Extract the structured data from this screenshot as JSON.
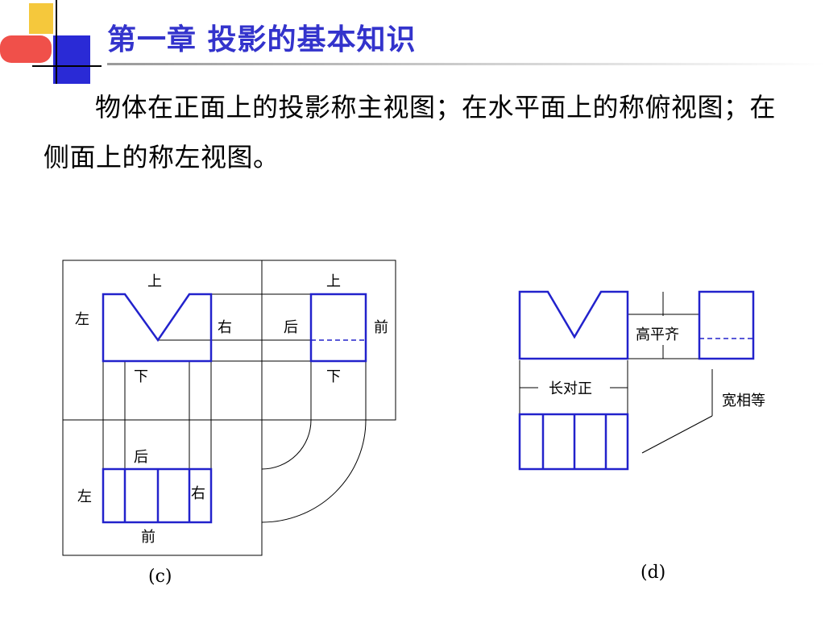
{
  "slide": {
    "title": "第一章 投影的基本知识",
    "paragraph": "物体在正面上的投影称主视图；在水平面上的称俯视图；在侧面上的称左视图。"
  },
  "colors": {
    "title": "#3333cc",
    "outline_blue": "#2222cc",
    "deco_yellow": "#f5c83c",
    "deco_red": "#f0504a",
    "deco_blue": "#2a2ad6"
  },
  "figure_c": {
    "caption": "(c)",
    "front_view": {
      "top": "上",
      "left": "左",
      "right": "右",
      "bottom": "下"
    },
    "side_view": {
      "top": "上",
      "left": "后",
      "right": "前",
      "bottom": "下"
    },
    "top_view": {
      "top": "后",
      "left": "左",
      "right": "右",
      "bottom": "前"
    }
  },
  "figure_d": {
    "caption": "(d)",
    "height_align": "高平齐",
    "length_align": "长对正",
    "width_equal": "宽相等"
  }
}
